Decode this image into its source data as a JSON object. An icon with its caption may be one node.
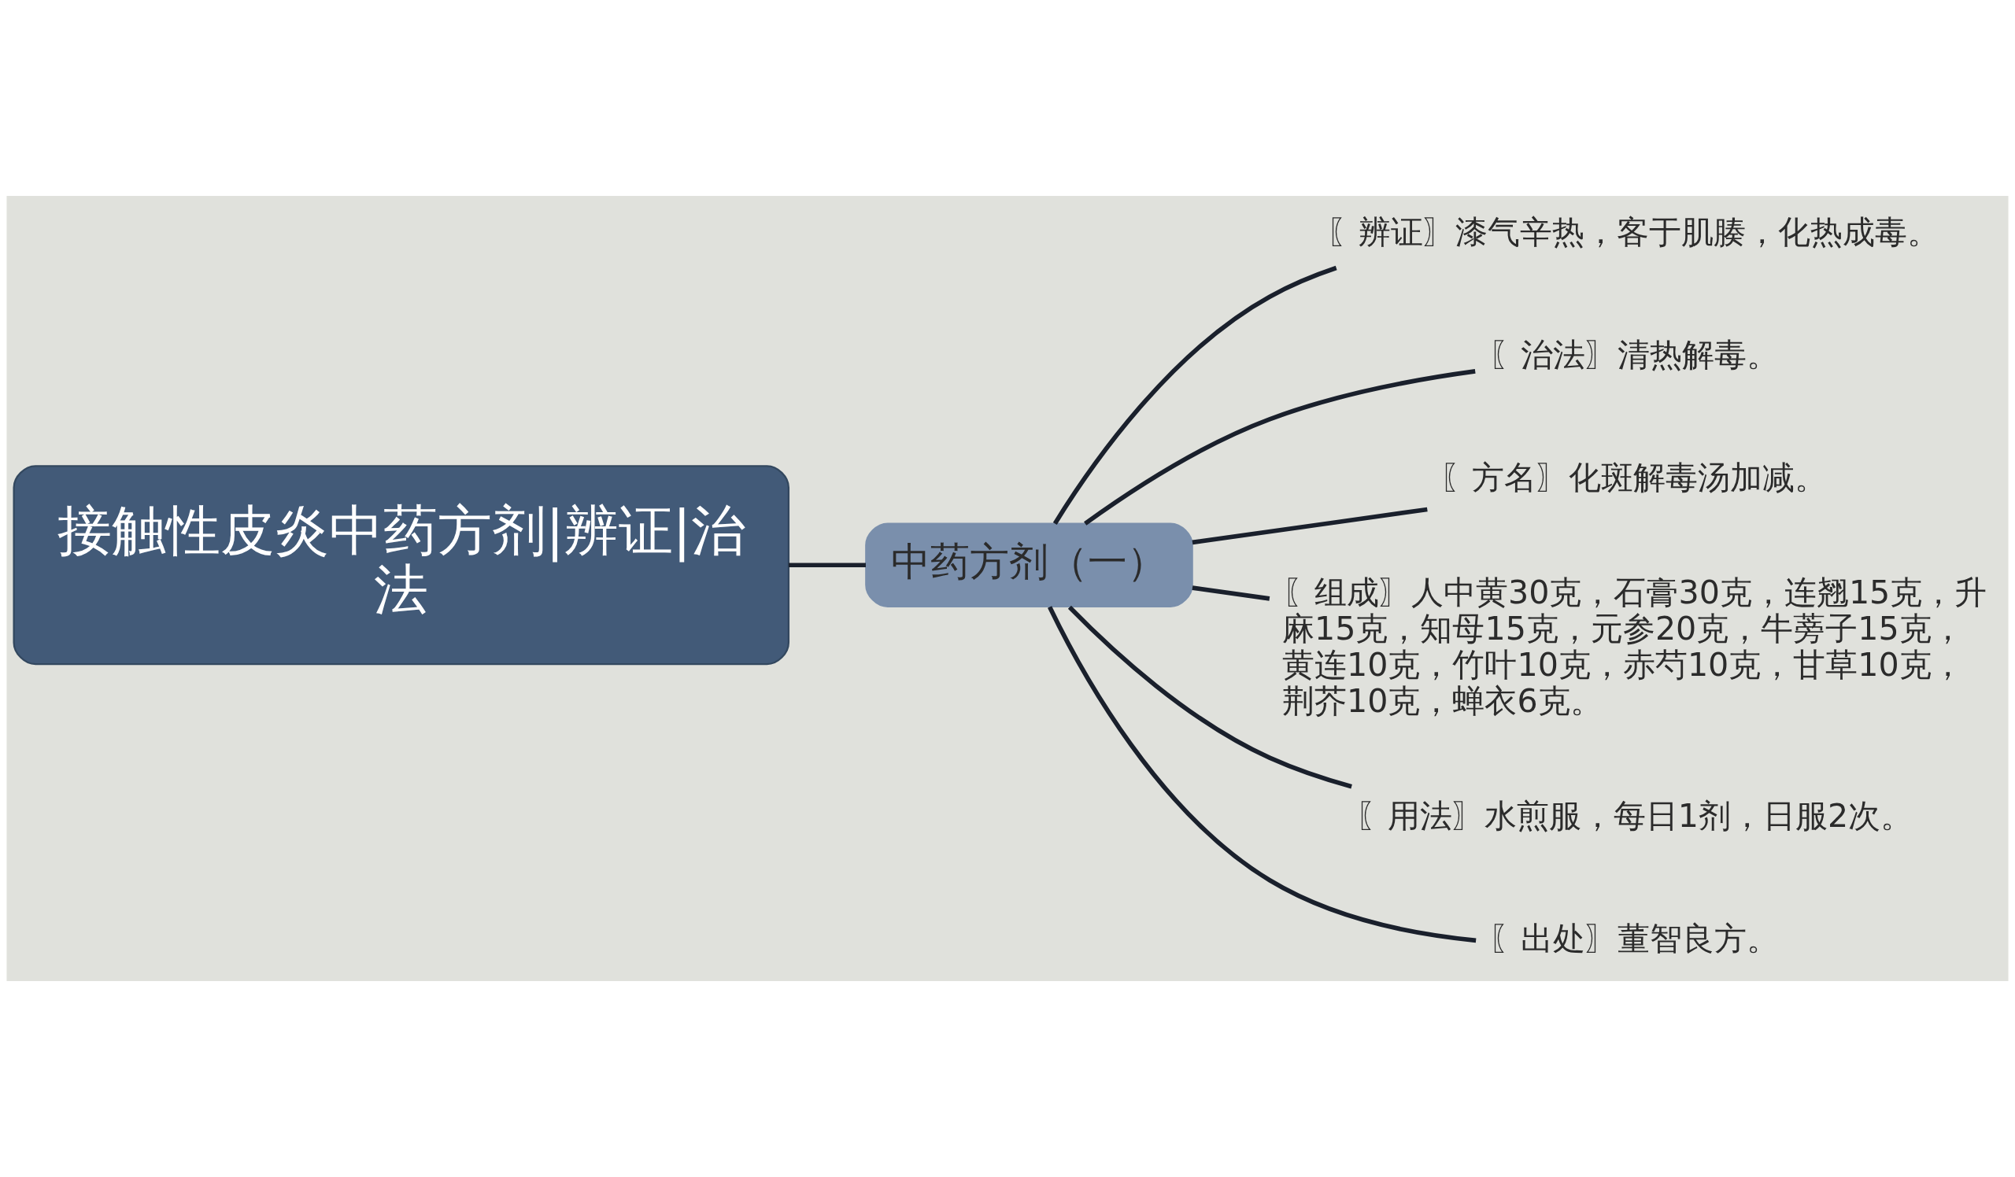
{
  "diagram": {
    "nodes": [
      {
        "text": [
          "接触性皮炎中药方剂|辨证|治法"
        ]
      },
      {
        "text": [
          "中药方剂（一）"
        ]
      },
      {
        "text": [
          "〖辨证〗漆气辛热，客于肌腠，化热成毒。"
        ]
      },
      {
        "text": [
          "〖治法〗清热解毒。"
        ]
      },
      {
        "text": [
          "〖方名〗化斑解毒汤加减。"
        ]
      },
      {
        "text": [
          "〖组成〗人中黄30克，石膏30克，连翘15克，升麻15克，知母15克，元参20克，牛蒡子15克，黄连10克，竹叶10克，赤芍10克，甘草10克，荆芥10克，蝉衣6克。"
        ]
      },
      {
        "text": [
          "〖用法〗水煎服，每日1剂，日服2次。"
        ]
      },
      {
        "text": [
          "〖出处〗董智良方。"
        ]
      }
    ],
    "edges": [
      {
        "from": 0,
        "to": 1,
        "arrow": "none"
      },
      {
        "from": 1,
        "to": 2,
        "arrow": "none"
      },
      {
        "from": 1,
        "to": 3,
        "arrow": "none"
      },
      {
        "from": 1,
        "to": 4,
        "arrow": "none"
      },
      {
        "from": 1,
        "to": 5,
        "arrow": "none"
      },
      {
        "from": 1,
        "to": 6,
        "arrow": "none"
      },
      {
        "from": 1,
        "to": 7,
        "arrow": "none"
      }
    ]
  }
}
